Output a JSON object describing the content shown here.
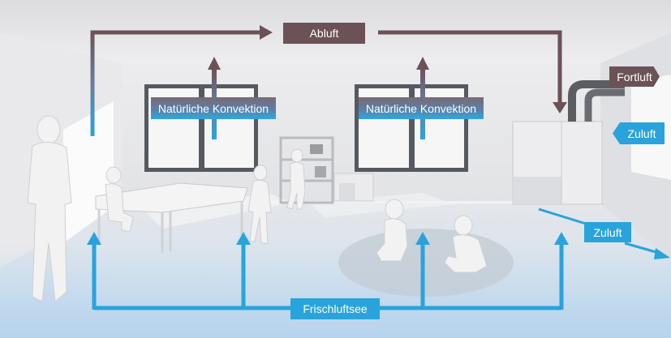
{
  "labels": {
    "abluft": "Abluft",
    "konvektion_left": "Natürliche Konvektion",
    "konvektion_right": "Natürliche Konvektion",
    "fortluft": "Fortluft",
    "zuluft_upper": "Zuluft",
    "zuluft_lower": "Zuluft",
    "frischluftsee": "Frischluftsee"
  },
  "colors": {
    "exhaust": "#6b5257",
    "supply": "#29a3dc",
    "wall": "#e6e6e8",
    "floor": "#d8dde2"
  }
}
